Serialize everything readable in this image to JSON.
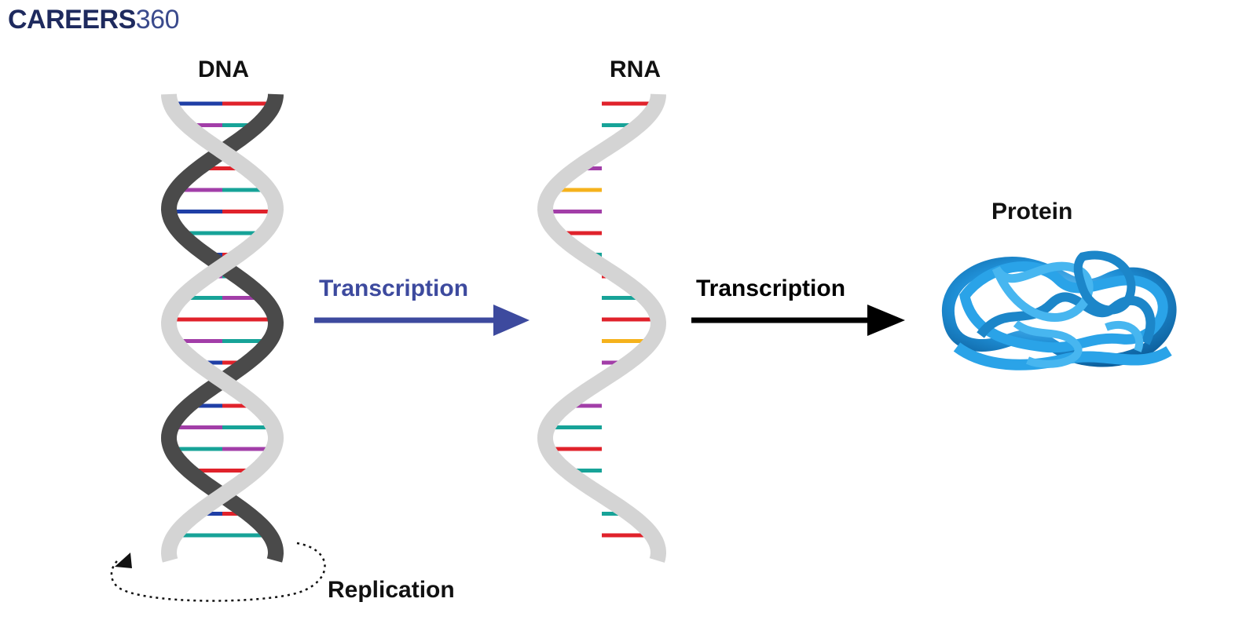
{
  "logo": {
    "word": "CAREERS",
    "number": "360",
    "word_color": "#1e2a5e",
    "number_color": "#3a4a8c"
  },
  "labels": {
    "dna": "DNA",
    "rna": "RNA",
    "protein": "Protein",
    "transcription_1": "Transcription",
    "transcription_2": "Transcription",
    "replication": "Replication"
  },
  "colors": {
    "label_text": "#111111",
    "transcription_1": "#3d4a9e",
    "transcription_2": "#000000",
    "backbone_dark": "#4a4a4a",
    "backbone_light": "#d4d4d4",
    "base_blue": "#1f3fa6",
    "base_red": "#e0222b",
    "base_magenta": "#a23ea8",
    "base_teal": "#17a398",
    "base_yellow": "#f5b21c",
    "protein_blue": "#1f8fd6"
  },
  "icons": [
    "replication-cycle-arrow-icon",
    "transcription-arrow-icon",
    "translation-arrow-icon",
    "protein-icon"
  ]
}
